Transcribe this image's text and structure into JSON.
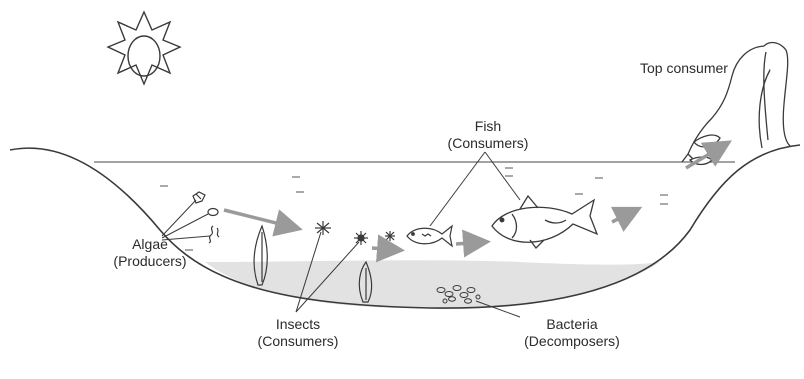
{
  "labels": {
    "top_consumer": "Top consumer",
    "fish": {
      "name": "Fish",
      "role": "(Consumers)"
    },
    "algae": {
      "name": "Algae",
      "role": "(Producers)"
    },
    "insects": {
      "name": "Insects",
      "role": "(Consumers)"
    },
    "bacteria": {
      "name": "Bacteria",
      "role": "(Decomposers)"
    }
  },
  "colors": {
    "line": "#3a3a3a",
    "sediment": "#e2e2e2",
    "arrow": "#9a9a9a",
    "water_line": "#6a6a6a"
  },
  "icons": [
    "sun-icon",
    "heron-icon",
    "fish-icon",
    "insect-icon",
    "algae-icon",
    "waterweed-icon",
    "bacteria-icon"
  ]
}
